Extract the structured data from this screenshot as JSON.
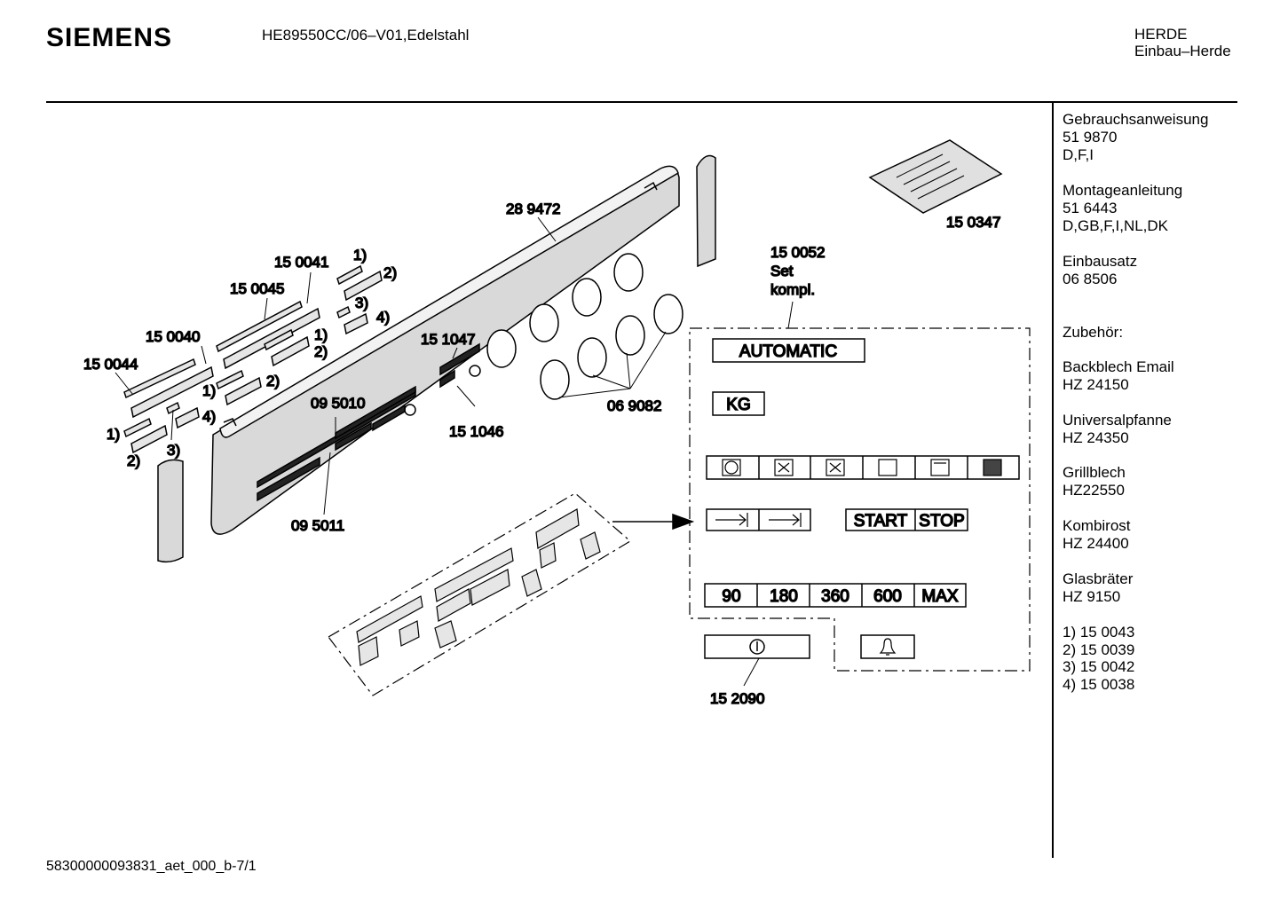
{
  "header": {
    "brand": "SIEMENS",
    "model": "HE89550CC/06–V01,Edelstahl",
    "category_line1": "HERDE",
    "category_line2": "Einbau–Herde"
  },
  "sidebar": {
    "gebrauch_title": "Gebrauchsanweisung",
    "gebrauch_number": "51 9870",
    "gebrauch_lang": "D,F,I",
    "montage_title": "Montageanleitung",
    "montage_number": "51 6443",
    "montage_lang": "D,GB,F,I,NL,DK",
    "einbau_title": "Einbausatz",
    "einbau_number": "06 8506",
    "zubehoer_title": "Zubehör:",
    "backblech_name": "Backblech Email",
    "backblech_number": "HZ 24150",
    "pfanne_name": "Universalpfanne",
    "pfanne_number": "HZ 24350",
    "grill_name": "Grillblech",
    "grill_number": "HZ22550",
    "kombi_name": "Kombirost",
    "kombi_number": "HZ 24400",
    "glas_name": "Glasbräter",
    "glas_number": "HZ 9150",
    "note1": "1) 15 0043",
    "note2": "2) 15 0039",
    "note3": "3) 15 0042",
    "note4": "4) 15 0038"
  },
  "parts": {
    "p289472": "28 9472",
    "p150041": "15 0041",
    "p150045": "15 0045",
    "p150040": "15 0040",
    "p150044": "15 0044",
    "p151047": "15 1047",
    "p151046": "15 1046",
    "p095010": "09 5010",
    "p095011": "09 5011",
    "p069082": "06 9082",
    "p150347": "15 0347",
    "p150052_1": "15 0052",
    "p150052_2": "Set",
    "p150052_3": "kompl.",
    "p152090": "15 2090"
  },
  "callouts": {
    "c1": "1)",
    "c2": "2)",
    "c3": "3)",
    "c4": "4)"
  },
  "buttons": {
    "automatic": "AUTOMATIC",
    "kg": "KG",
    "start": "START",
    "stop": "STOP",
    "t90": "90",
    "t180": "180",
    "t360": "360",
    "t600": "600",
    "tmax": "MAX"
  },
  "footer": {
    "code": "58300000093831_aet_000_b-7/1"
  }
}
